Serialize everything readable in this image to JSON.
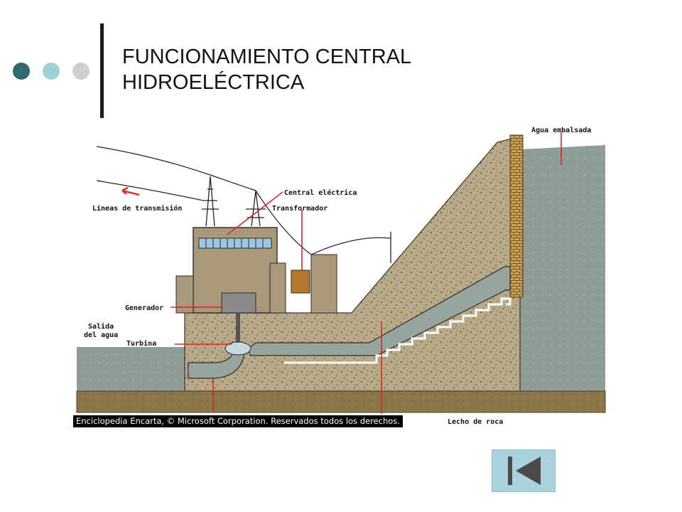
{
  "slide": {
    "title_line1": "FUNCIONAMIENTO CENTRAL",
    "title_line2": "HIDROELÉCTRICA",
    "dot_colors": [
      "#2f6a6f",
      "#9fd0d7",
      "#cfcfcf"
    ]
  },
  "diagram": {
    "labels": {
      "agua_embalsada": "Agua embalsada",
      "central_electrica": "Central eléctrica",
      "transformador": "Transformador",
      "lineas": "Líneas de transmisión",
      "generador": "Generador",
      "salida": "Salida",
      "del_agua": "del agua",
      "turbina": "Turbina",
      "lecho": "Lecho de roca"
    },
    "copyright": "Enciclopedia Encarta, © Microsoft Corporation. Reservados todos los derechos."
  },
  "nav": {
    "back_icon": "skip-back-icon"
  }
}
